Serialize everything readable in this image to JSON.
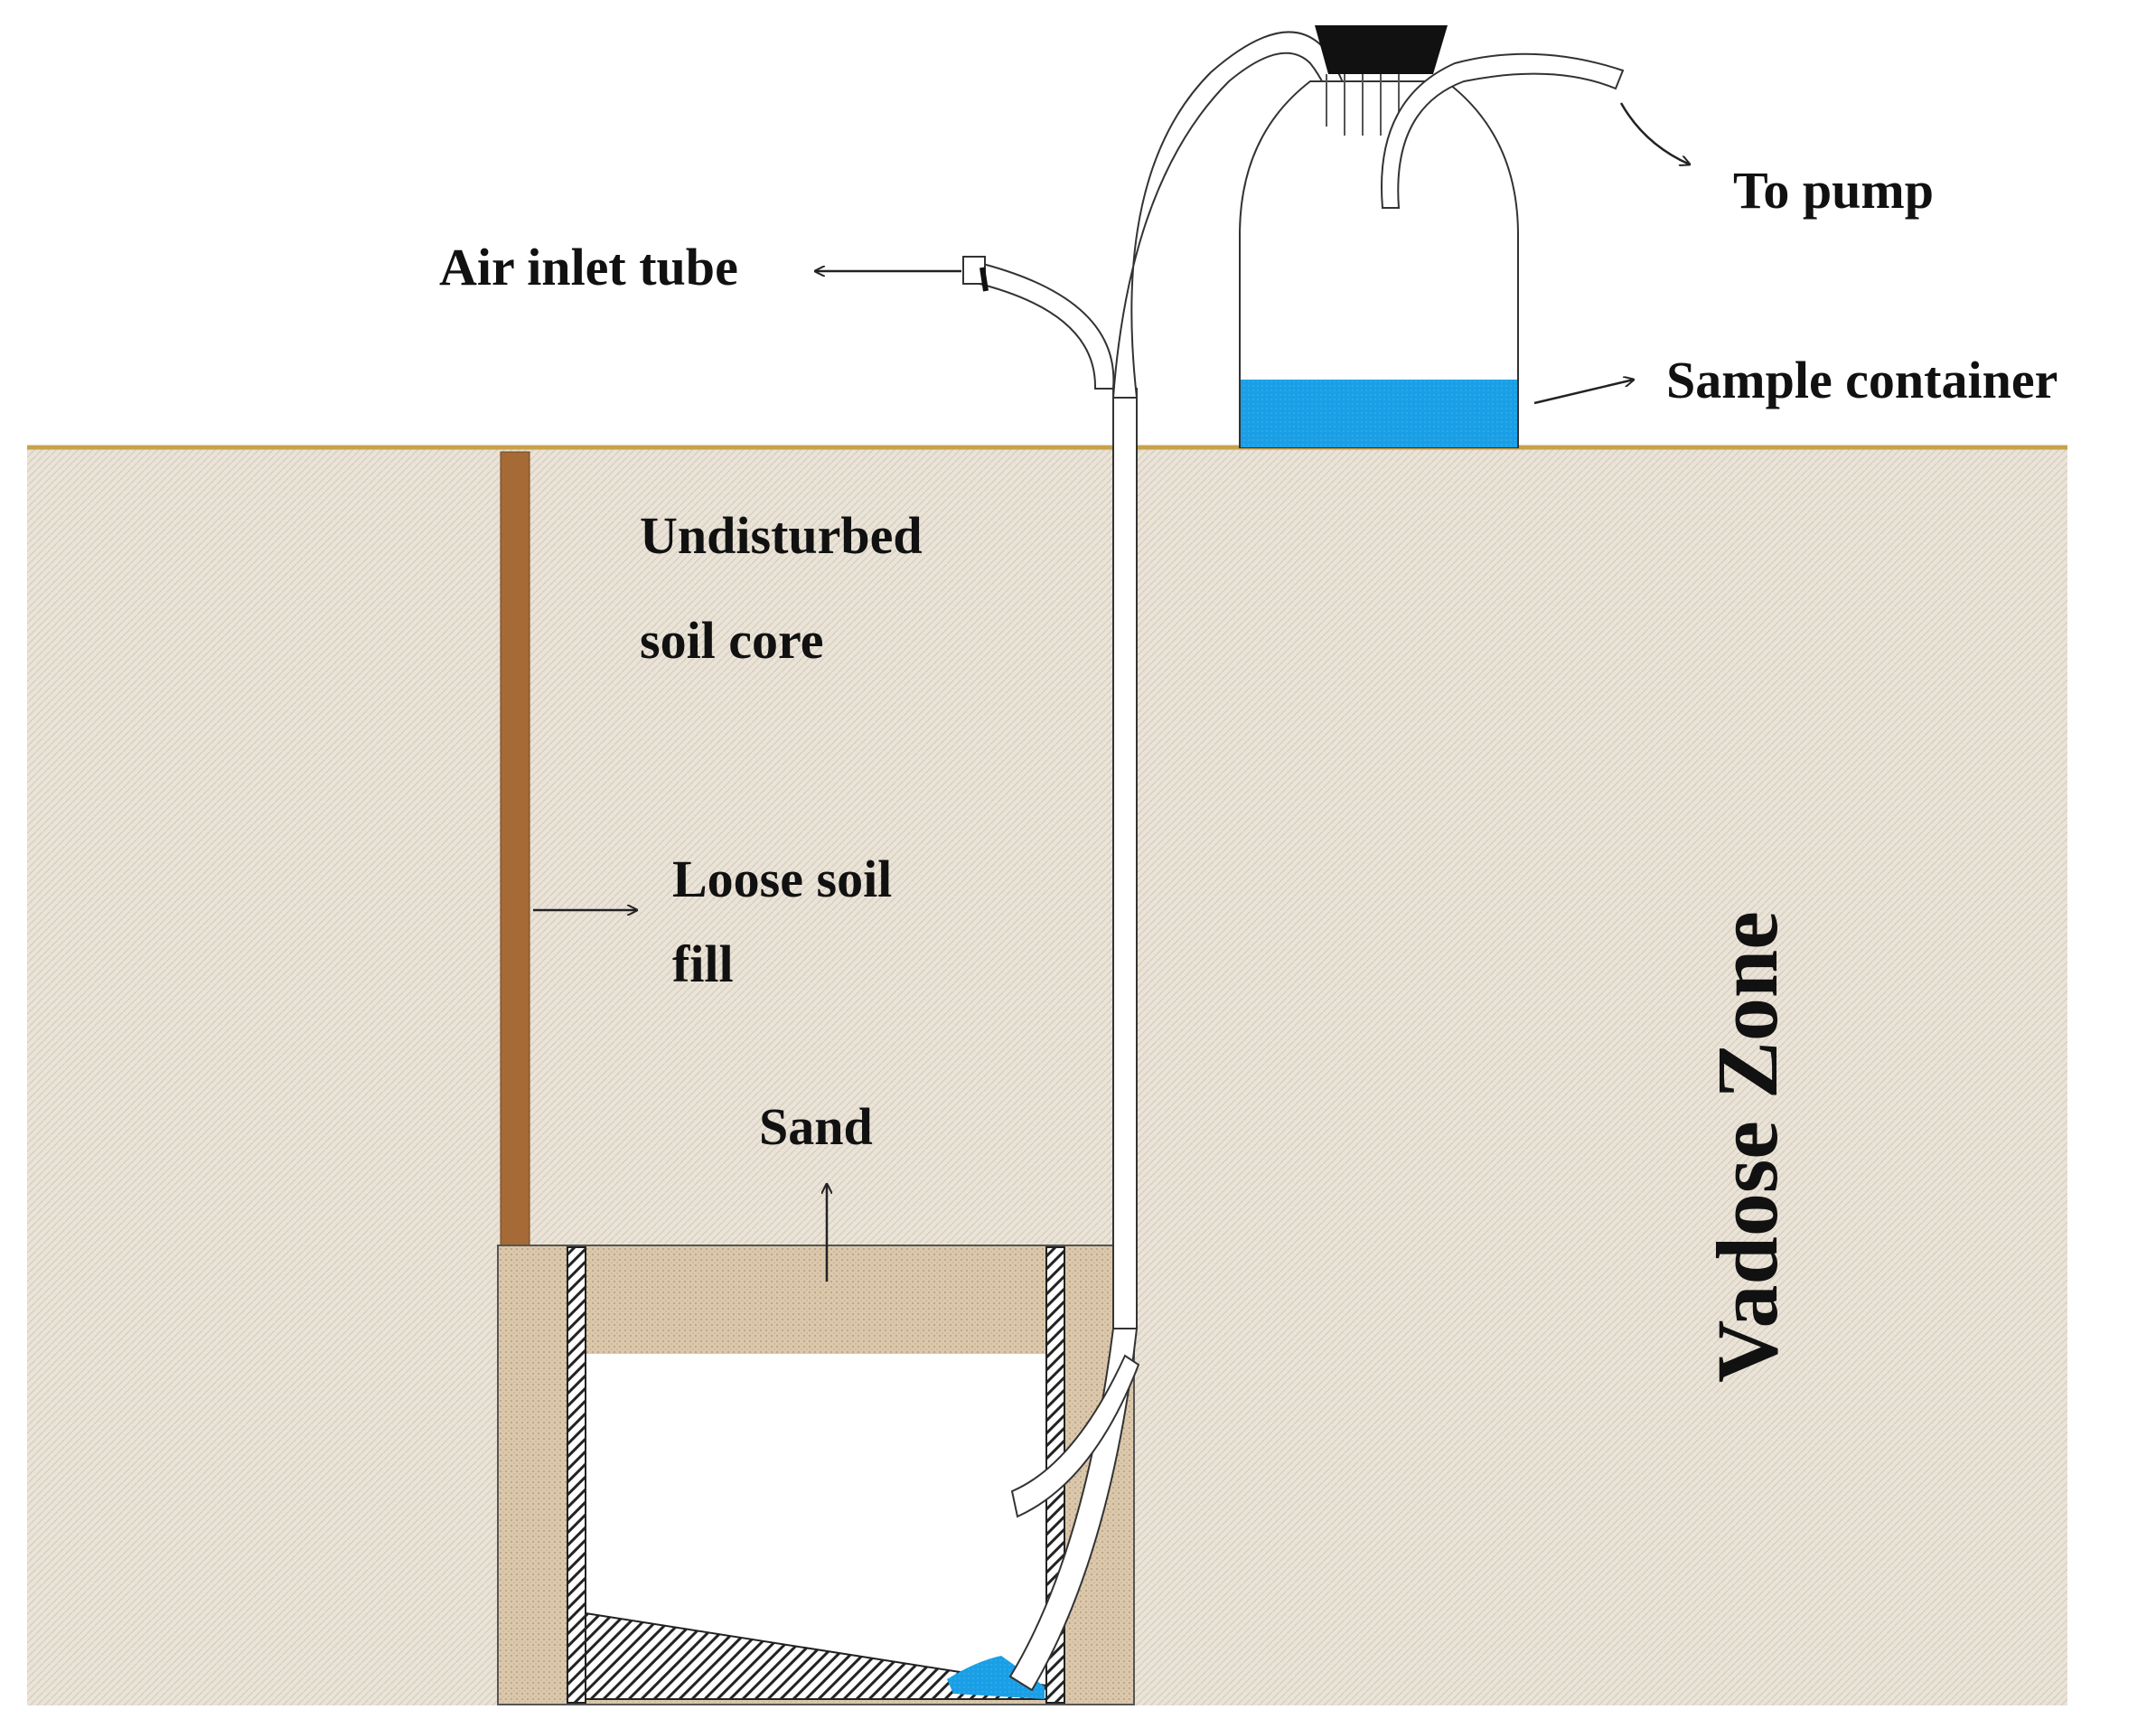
{
  "labels": {
    "to_pump": "To pump",
    "air_inlet_tube": "Air inlet tube",
    "sample_container": "Sample container",
    "undisturbed_line1": "Undisturbed",
    "undisturbed_line2": "soil core",
    "loose_soil_line1": "Loose soil",
    "loose_soil_line2": "fill",
    "sand": "Sand",
    "vadose_zone": "Vadose Zone"
  },
  "colors": {
    "soil": "#eae3d8",
    "ground_line": "#c8a24a",
    "loose_fill": "#a56a35",
    "sand": "#dbc8ac",
    "water": "#1a9fe6",
    "cap": "#111111"
  }
}
